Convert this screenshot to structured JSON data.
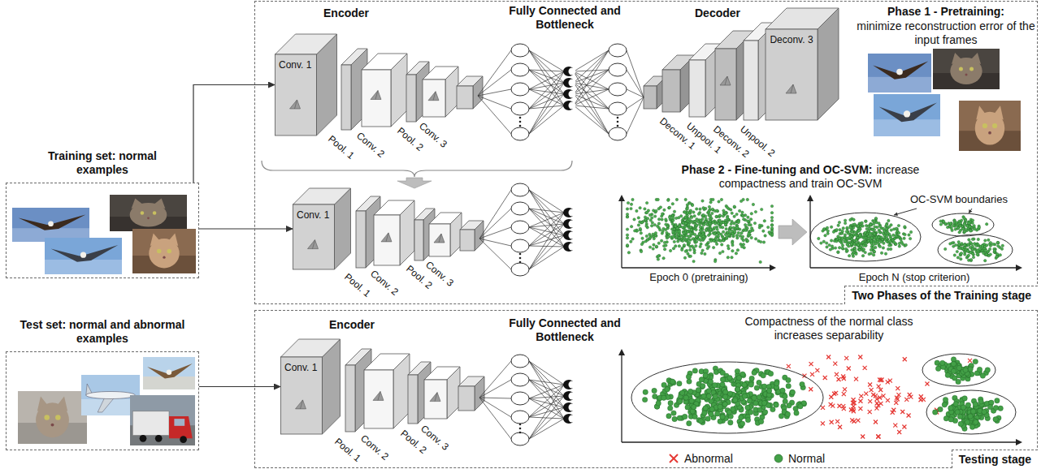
{
  "diagram": {
    "nodes": [
      {
        "text": [
          "Two Phases of the Training stage"
        ]
      },
      {
        "text": [
          "Conv. 1"
        ],
        "in": 0
      },
      {
        "text": [
          "Conv. 1"
        ],
        "in": 0
      },
      {
        "text": [
          "Training set: normal examples"
        ]
      },
      {
        "text": [
          "Testing stage"
        ]
      },
      {
        "text": [
          "Conv. 1"
        ],
        "in": 4
      },
      {
        "text": [
          "Test set: normal and abnormal examples"
        ]
      }
    ],
    "edges": [
      {
        "from": 3,
        "to": 1,
        "arrow": "to"
      },
      {
        "from": 3,
        "to": 2,
        "arrow": "to"
      },
      {
        "from": 6,
        "to": 5,
        "arrow": "to"
      }
    ],
    "labels": [
      "Encoder",
      "Fully Connected and Bottleneck",
      "Decoder",
      "Pool. 1",
      "Conv. 2",
      "Pool. 2",
      "Conv. 3",
      "Deconv. 1",
      "Unpool. 1",
      "Deconv. 2",
      "Unpool. 2",
      "Deconv. 3",
      "Phase 1 - Pretraining:",
      "minimize reconstruction error of the input frames",
      "Phase 2 - Fine-tuning and OC-SVM:",
      "increase compactness and train OC-SVM",
      "Pool. 1",
      "Conv. 2",
      "Pool. 2",
      "Conv. 3",
      "Epoch 0 (pretraining)",
      "OC-SVM boundaries",
      "Epoch N (stop criterion)",
      "Encoder",
      "Fully Connected and Bottleneck",
      "Pool. 1",
      "Conv. 2",
      "Pool. 2",
      "Conv. 3",
      "Compactness of the normal class increases separability"
    ],
    "legend": [
      {
        "text": "Abnormal"
      },
      {
        "text": "Normal"
      }
    ]
  }
}
